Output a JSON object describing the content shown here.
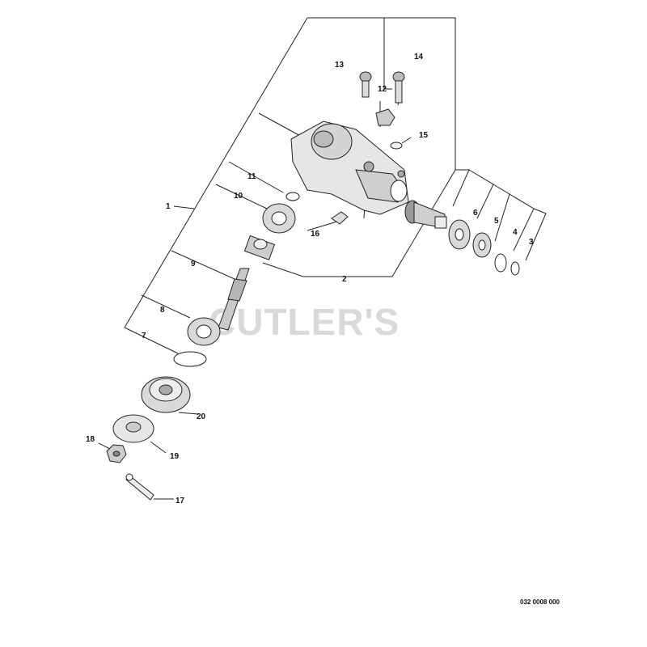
{
  "watermark": "CUTLER'S",
  "reference": "032 0008 000",
  "labels": {
    "p1": "1",
    "p2": "2",
    "p3": "3",
    "p4": "4",
    "p5": "5",
    "p6": "6",
    "p7": "7",
    "p8": "8",
    "p9": "9",
    "p10": "10",
    "p11": "11",
    "p12": "12",
    "p13": "13",
    "p14": "14",
    "p15": "15",
    "p16": "16",
    "p17": "17",
    "p18": "18",
    "p19": "19",
    "p20": "20"
  }
}
